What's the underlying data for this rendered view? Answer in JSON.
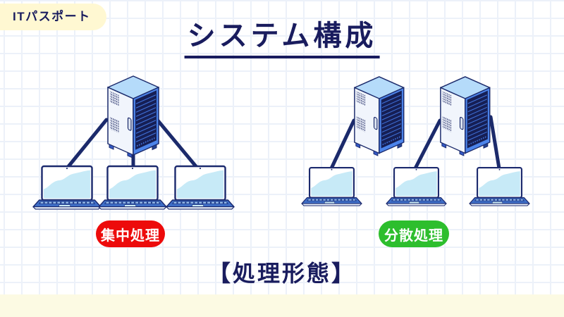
{
  "header": {
    "badge_label": "ITパスポート",
    "title": "システム構成"
  },
  "diagram": {
    "centralized": {
      "label": "集中処理",
      "badge_color": "#ed0b0b",
      "server_count": 1,
      "client_count": 3
    },
    "distributed": {
      "label": "分散処理",
      "badge_color": "#2dbe2d",
      "server_count": 2,
      "client_count": 3
    }
  },
  "footer": {
    "caption": "【処理形態】"
  },
  "colors": {
    "heading_text": "#191c5e",
    "badge_bg": "#fff8d2",
    "grid_line": "#ecf1f9",
    "footer_strip_bg": "#fcfae3",
    "connection_line": "#1b2a6b",
    "server_top": "#b5dbfa",
    "server_front": "#f1f5fc",
    "server_rack_frame": "#4c84ea",
    "server_rack_dark": "#161f55",
    "laptop_body": "#3f6fc8",
    "laptop_screen_wave": "#c7eaf7"
  }
}
